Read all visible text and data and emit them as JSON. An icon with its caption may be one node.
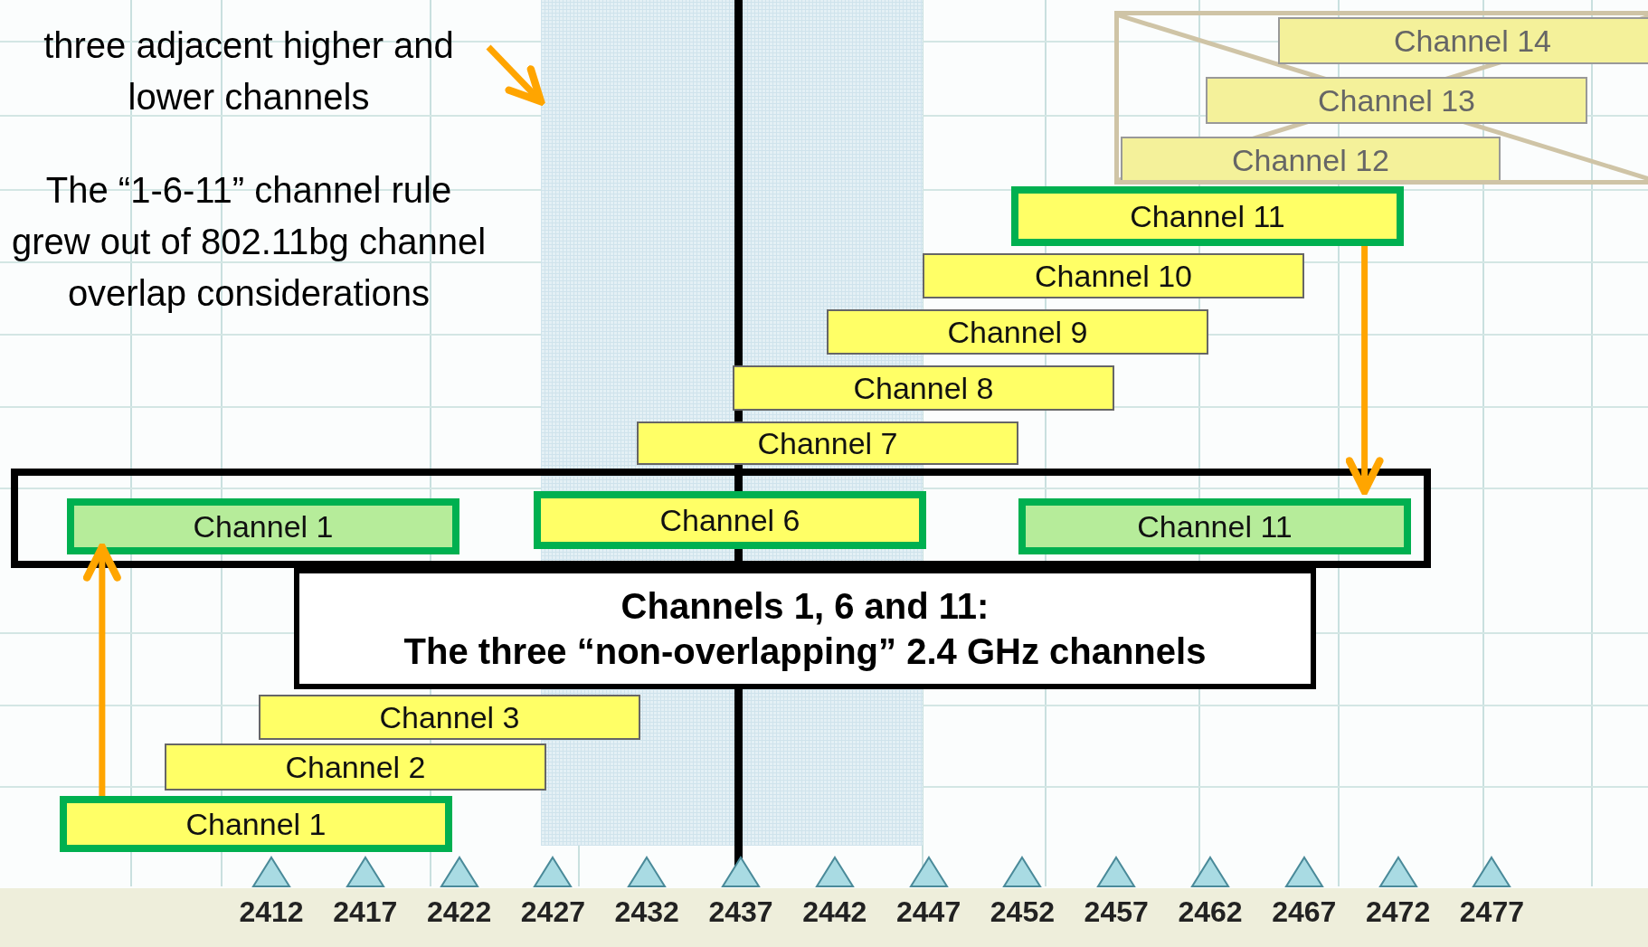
{
  "diagram": {
    "nodes": [
      {
        "text": [
          "three adjacent higher and lower channels"
        ]
      },
      {
        "text": [],
        "shape": "box"
      },
      {
        "text": [],
        "shape": "box"
      },
      {
        "text": [
          "Channel 14"
        ],
        "in": 2
      },
      {
        "text": [
          "Channel 13"
        ],
        "in": 2
      },
      {
        "text": [
          "Channel 12"
        ],
        "in": 2
      },
      {
        "text": [
          "Channel 11"
        ]
      },
      {
        "text": [
          "Channel 10"
        ]
      },
      {
        "text": [
          "Channel 9"
        ]
      },
      {
        "text": [
          "Channel 8"
        ]
      },
      {
        "text": [
          "Channel 7"
        ]
      },
      {
        "text": [],
        "shape": "box"
      },
      {
        "text": [
          "Channel 1"
        ],
        "in": 11
      },
      {
        "text": [
          "Channel 6"
        ]
      },
      {
        "text": [
          "Channel 11"
        ],
        "in": 11
      },
      {
        "text": [
          "Channels 1, 6 and 11:",
          "The three “non-overlapping” 2.4 GHz channels"
        ]
      },
      {
        "text": [
          "Channel 3"
        ]
      },
      {
        "text": [
          "Channel 2"
        ]
      },
      {
        "text": [
          "Channel 1"
        ]
      }
    ],
    "edges": [
      {
        "from": 0,
        "to": 1,
        "arrow": "to"
      },
      {
        "from": 6,
        "to": 14,
        "arrow": "to"
      },
      {
        "from": 18,
        "to": 12,
        "arrow": "to"
      }
    ],
    "labels": [
      "The “1-6-11” channel rule grew out of 802.11bg channel overlap considerations",
      "2412",
      "2417",
      "2422",
      "2427",
      "2432",
      "2437",
      "2442",
      "2447",
      "2452",
      "2457",
      "2462",
      "2467",
      "2472",
      "2477"
    ]
  }
}
